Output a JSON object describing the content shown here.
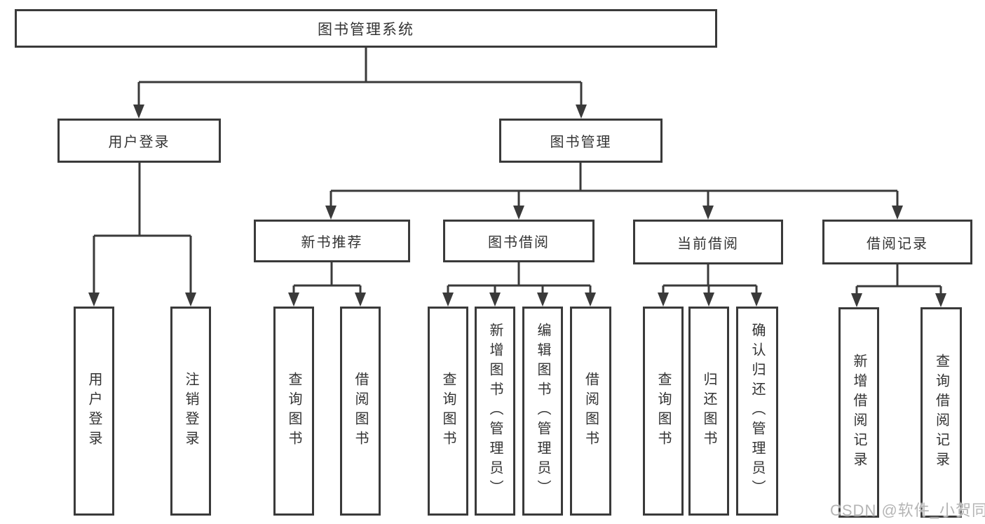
{
  "colors": {
    "line": "#3a3a3a",
    "text": "#333333",
    "box_background": "#ffffff",
    "watermark": "#b5b5b5",
    "background": "#ffffff"
  },
  "watermark": {
    "text": "CSDN @软件_小贺同学"
  },
  "tree": {
    "root": {
      "label": "图书管理系统"
    },
    "branches": [
      {
        "label": "用户登录",
        "children": [
          {
            "label": "用户登录"
          },
          {
            "label": "注销登录"
          }
        ]
      },
      {
        "label": "图书管理",
        "children": [
          {
            "label": "新书推荐",
            "children": [
              {
                "label": "查询图书"
              },
              {
                "label": "借阅图书"
              }
            ]
          },
          {
            "label": "图书借阅",
            "children": [
              {
                "label": "查询图书"
              },
              {
                "label": "新增图书（管理员）"
              },
              {
                "label": "编辑图书（管理员）"
              },
              {
                "label": "借阅图书"
              }
            ]
          },
          {
            "label": "当前借阅",
            "children": [
              {
                "label": "查询图书"
              },
              {
                "label": "归还图书"
              },
              {
                "label": "确认归还（管理员）"
              }
            ]
          },
          {
            "label": "借阅记录",
            "children": [
              {
                "label": "新增借阅记录"
              },
              {
                "label": "查询借阅记录"
              }
            ]
          }
        ]
      }
    ]
  }
}
